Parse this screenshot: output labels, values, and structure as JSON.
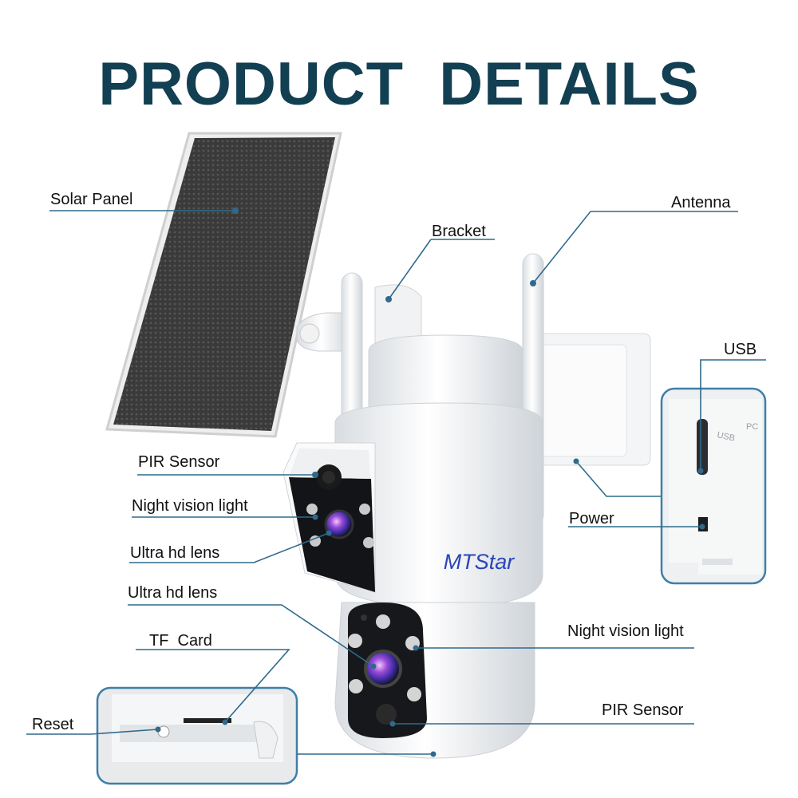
{
  "title": "PRODUCT  DETAILS",
  "brand": "MTStar",
  "inset_text": {
    "usb_port": "USB",
    "pc_mark": "PC"
  },
  "labels": {
    "solar_panel": "Solar Panel",
    "bracket": "Bracket",
    "antenna": "Antenna",
    "usb": "USB",
    "power": "Power",
    "pir_sensor_top": "PIR Sensor",
    "night_vision_top": "Night vision light",
    "ultra_hd_lens_top": "Ultra hd lens",
    "ultra_hd_lens_bottom": "Ultra hd lens",
    "tf_card": "TF  Card",
    "reset": "Reset",
    "night_vision_bottom": "Night vision light",
    "pir_sensor_bottom": "PIR Sensor"
  },
  "colors": {
    "title": "#123f52",
    "leader": "#2f6a8c",
    "brand": "#2a44b8",
    "inset_border": "#3f7fa8"
  }
}
